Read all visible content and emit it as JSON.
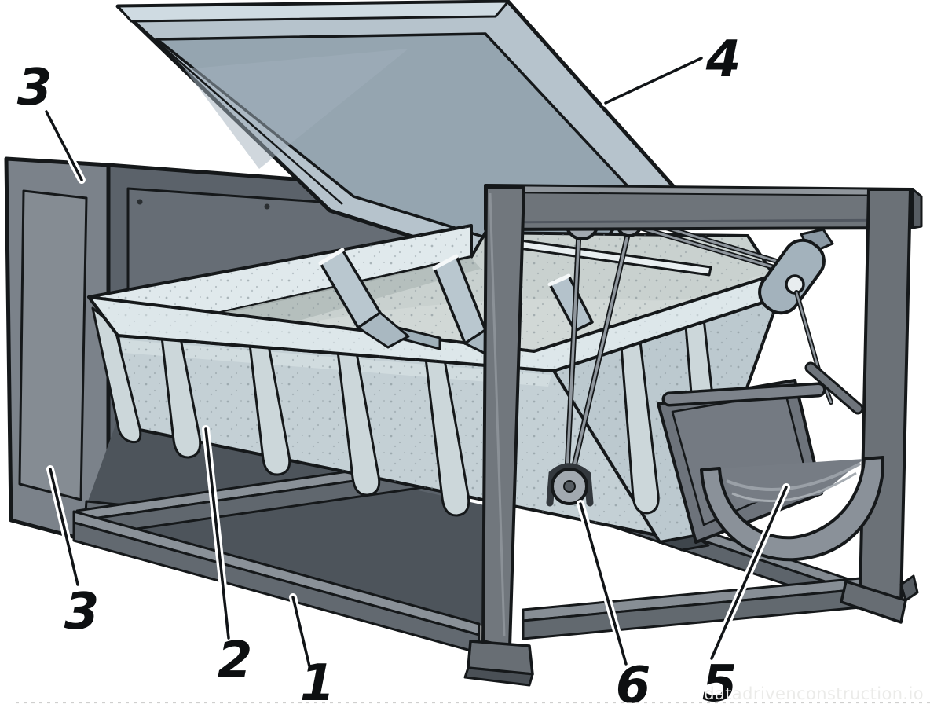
{
  "figure": {
    "kind": "technical-line-illustration",
    "subject": "industrial skip container with opening lid, support frame, cable pulley system and discharge chute"
  },
  "callouts": {
    "c1": {
      "text": "1"
    },
    "c2": {
      "text": "2"
    },
    "c3_upper": {
      "text": "3"
    },
    "c3_lower": {
      "text": "3"
    },
    "c4": {
      "text": "4"
    },
    "c5": {
      "text": "5"
    },
    "c6": {
      "text": "6"
    }
  },
  "watermark": {
    "text": "datadrivenconstruction.io"
  },
  "palette": {
    "background": "#ffffff",
    "outline": "#15181a",
    "frame_gray": "#6e747a",
    "cabinet_gray": "#5b626a",
    "container_light": "#c9d4d8",
    "flange_light": "#e0e9ec",
    "lid_inner": "#95a5b0",
    "mech_gray": "#8f969d",
    "watermark_gray": "#ebebe9"
  }
}
